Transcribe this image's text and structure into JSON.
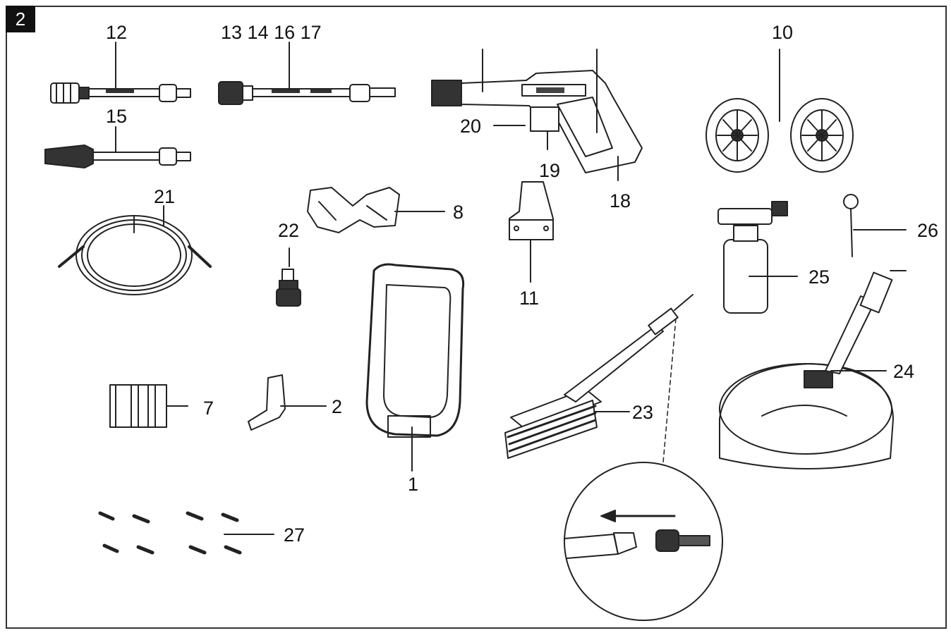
{
  "figure": {
    "number": "2"
  },
  "labels": {
    "p1": "1",
    "p2": "2",
    "p7": "7",
    "p8": "8",
    "p10": "10",
    "p11": "11",
    "p12": "12",
    "p13_17": "13 14 16 17",
    "p15": "15",
    "p18": "18",
    "p19": "19",
    "p20": "20",
    "p21": "21",
    "p22": "22",
    "p23": "23",
    "p24": "24",
    "p25": "25",
    "p26": "26",
    "p27": "27"
  },
  "icons": {
    "part-1": "handle-frame-icon",
    "part-2": "hose-hook-icon",
    "part-7": "nozzle-caps-icon",
    "part-8": "gun-holder-icon",
    "part-10": "wheel-icon",
    "part-11": "lance-holder-icon",
    "part-12": "variable-lance-icon",
    "part-13-17": "spray-lance-icon",
    "part-15": "turbo-lance-icon",
    "part-18-20": "spray-gun-icon",
    "part-21": "hose-icon",
    "part-22": "adapter-icon",
    "part-23": "brush-icon",
    "part-24": "patio-cleaner-icon",
    "part-25": "detergent-bottle-icon",
    "part-26": "cleaning-needle-icon",
    "part-27": "screws-icon",
    "detail": "connection-detail-icon"
  },
  "colors": {
    "ink": "#111111",
    "fill": "#ffffff",
    "dark": "#222222"
  }
}
